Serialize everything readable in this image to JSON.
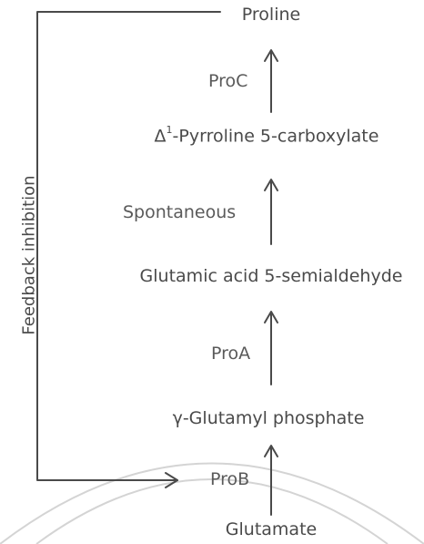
{
  "pathway": {
    "nodes": {
      "proline": "Proline",
      "pyrroline_symbol": "Δ",
      "pyrroline_sup": "1",
      "pyrroline_rest": "-Pyrroline 5-carboxylate",
      "semialdehyde": "Glutamic acid 5-semialdehyde",
      "phosphate": "γ-Glutamyl phosphate",
      "glutamate": "Glutamate"
    },
    "enzymes": {
      "proc": "ProC",
      "spontaneous": "Spontaneous",
      "proa": "ProA",
      "prob": "ProB"
    },
    "feedback_label": "Feedback inhibition"
  },
  "colors": {
    "line": "#4a4a4a",
    "text": "#4a4a4a",
    "watermark": "#c8c8c8"
  }
}
